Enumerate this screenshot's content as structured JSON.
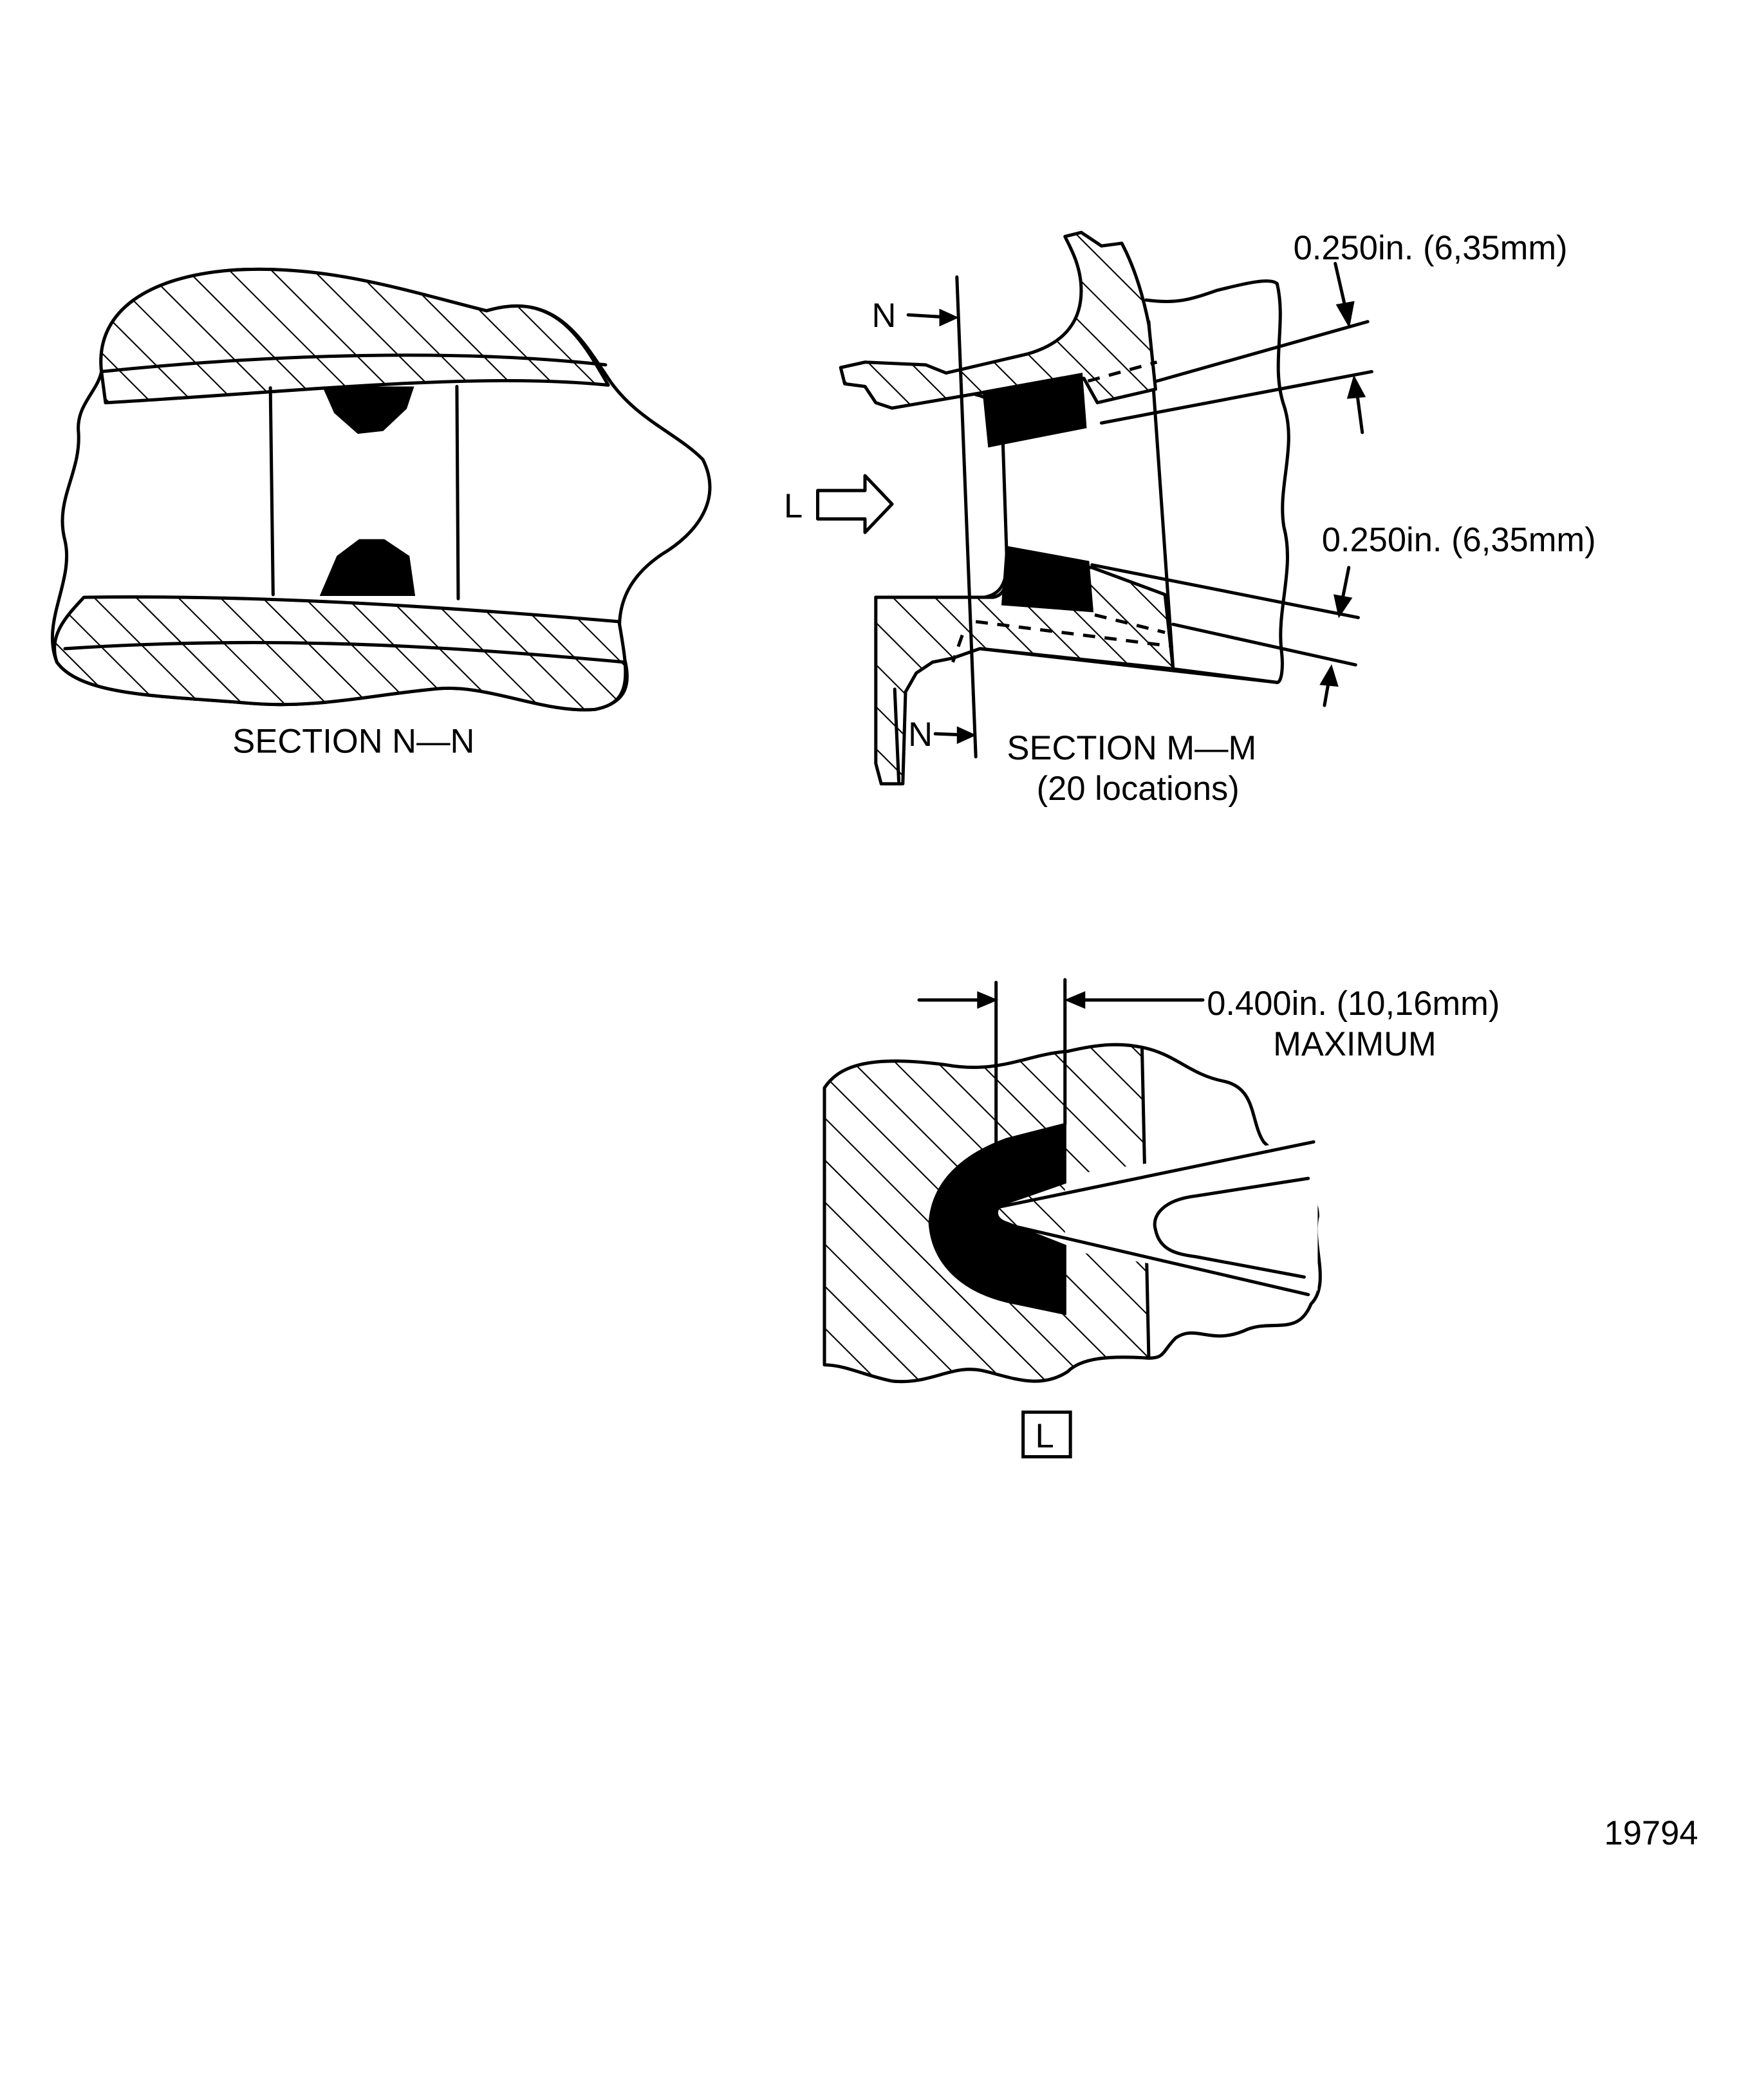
{
  "section_nn": {
    "title": "SECTION N—N"
  },
  "section_mm": {
    "title": "SECTION M—M",
    "subtitle": "(20 locations)",
    "cut_label_top": "N",
    "cut_label_bottom": "N",
    "view_arrow_label": "L",
    "dimension_top": "0.250in. (6,35mm)",
    "dimension_bottom": "0.250in. (6,35mm)"
  },
  "detail_l": {
    "dimension": "0.400in. (10,16mm)",
    "dimension_note": "MAXIMUM",
    "view_label": "L"
  },
  "figure_number": "19794"
}
